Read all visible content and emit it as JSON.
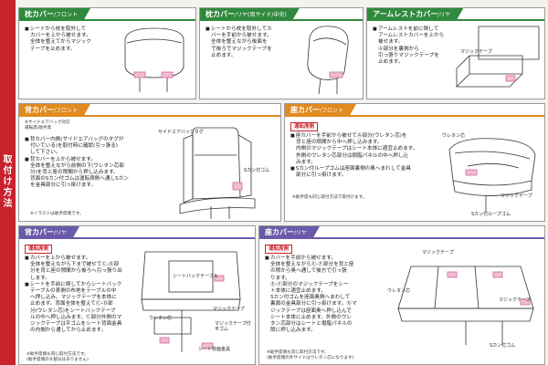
{
  "sidebar": {
    "title_chars": [
      "取",
      "付",
      "け",
      "方",
      "法"
    ]
  },
  "panels": {
    "headrest_front": {
      "title": "枕カバー",
      "sub": "/フロント",
      "bullets": [
        "シートから枕を取外して\nカバーを上から被せます。\n全体を整えてからマジック\nテープを止めます。"
      ]
    },
    "headrest_rear": {
      "title": "枕カバー",
      "sub": "/リヤ(両サイド/中央)",
      "bullets": [
        "シートから枕を取外してカ\nバーを手前から被せます。\n全体を整えながら後面を\nで後ろでマジックテープを\n止めます。"
      ]
    },
    "armrest_rear": {
      "title": "アームレストカバー",
      "sub": "/リヤ",
      "bullets": [
        "アームレストを前に倒して\nアームレストカバーを上から\n被せます。\nⒶ部分を裏側から\n引っ張りマジックテープを\n止めます。"
      ],
      "label_tape": "マジックテープ"
    },
    "back_front": {
      "title": "背カバー",
      "sub": "/フロント",
      "note_top": "※サイドエアバッグ対応\n運転席/助手席",
      "bullets": [
        "背カバー内側(サイドエアバッグのタグが\n付いている)を取付時に確認(引っ張る)\nして下さい。",
        "背カバーを上から被せます。\n全体を整えながら前側の下(ウレタン芯部\n分)を背と座の隙間から押し込みます。\n背面のSカン付ゴムは運転席側へ通しSカン\nを金具部分に引っ掛けます。"
      ],
      "note_bottom": "※イラストは助手席側です。",
      "label_airbag_tag": "サイドエアバッグタグ",
      "label_s_hook": "Sカン付ゴム"
    },
    "seat_front": {
      "title": "座カバー",
      "sub": "/フロント",
      "badge": "運転席側",
      "bullets": [
        "座カバーを手前から被せてⒶ部分(ウレタン芯)を\n背と座の隙間から中へ押し込みます。\n内側のマジックテープはシート本体に適宜止めます。\n外側のウレタン芯部分は樹脂パネルの中へ押し込\nみます。",
        "Sカン付ループゴムは座面裏側の奥へまわして金具\n部分に引っ掛けます。"
      ],
      "note": "※助手席も同じ取付方法で取付けます。",
      "label_urethane": "ウレタン芯",
      "label_tape": "マジックテープ",
      "label_s_loop": "Sカン付ループゴム"
    },
    "back_rear": {
      "title": "背カバー",
      "sub": "/リヤ",
      "badge": "運転席側",
      "bullets": [
        "カバーを上から被せます。\n全体を整えながら下まで被せてⒸ-Ⓓ部\n分を背と座の隙間から後ろへ引っ張り出\nします。",
        "シートを手前に倒してからシートバック\nテーブルの表側の布地をテーブルの中\nへ押し込み、マジックテープを本体に\n止めます。背面全体を整えてⒸ-Ⓓ部\n分(ウレタン芯)をシートバックテーブ\nルの中へ押し込みます。Ⓒ部分外側のマ\nジックテープは平ゴムをシート背面金具\nの内側から通してから止めます。"
      ],
      "note": "※助手席側も同じ取付方法です。\n(助手席側のⒷ部分はありません)",
      "label_table": "シートバックテーブル",
      "label_urethane": "ウレタン芯",
      "label_tape": "マジックテープ",
      "label_tape_flat": "マジックテープ付\n平ゴム",
      "label_bracket": "シート背面金具"
    },
    "seat_rear": {
      "title": "座カバー",
      "sub": "/リヤ",
      "badge": "運転席側",
      "bullets": [
        "カバーを手前から被せます。\n全体を整えながらⒺ-Ⓕ部分を背と座\nの隙から奥へ通して後方で引っ張\nります。\nⒺ-Ⓕ部分のマジックテープをシー\nト本体に適宜止めます。\nSカン付ゴムを座面奥側へまわして\n裏面の金具部分に引っ掛けます。Ⓖマ\nジックテープは座面奥へ押し込んで\nシート本体に止めます。外側のウレ\nタン芯部分はシートと樹脂パネルの\n隙に押し込みます。"
      ],
      "note": "※助手席側も同じ取付方法です。\n(助手席側の外サイドはウレタン芯になります)",
      "label_tape": "マジックテープ",
      "label_urethane": "ウレタン芯",
      "label_s_hook": "Sカン付ゴム"
    }
  },
  "colors": {
    "sidebar": "#c8222c",
    "green": "#2f8a3c",
    "orange": "#e08a1f",
    "purple": "#6a5aa8"
  }
}
